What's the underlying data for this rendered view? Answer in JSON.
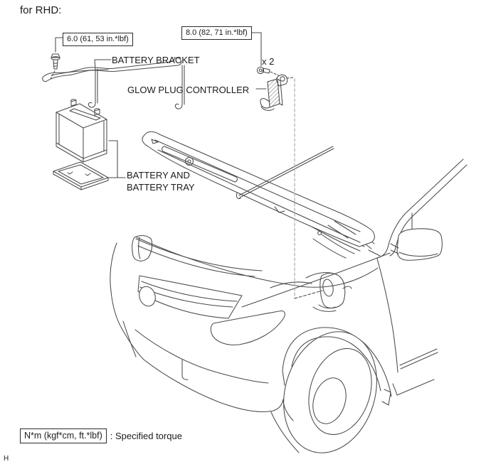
{
  "header": {
    "variant_label": "for RHD:"
  },
  "callouts": {
    "torque_bracket_bolt": "6.0 (61, 53 in.*lbf)",
    "torque_controller_bolt": "8.0 (82, 71 in.*lbf)",
    "bolt_count": "x 2",
    "battery_bracket": "BATTERY BRACKET",
    "glow_plug_controller": "GLOW PLUG CONTROLLER",
    "battery_tray_line1": "BATTERY AND",
    "battery_tray_line2": "BATTERY TRAY"
  },
  "legend": {
    "torque_unit": "N*m (kgf*cm, ft.*lbf)",
    "meaning": ": Specified torque"
  },
  "footer": {
    "page_marker": "H"
  },
  "colors": {
    "line": "#4a4a4a",
    "dashed_leader": "#b0b0b0",
    "text": "#1b1b1b",
    "background": "#ffffff"
  }
}
